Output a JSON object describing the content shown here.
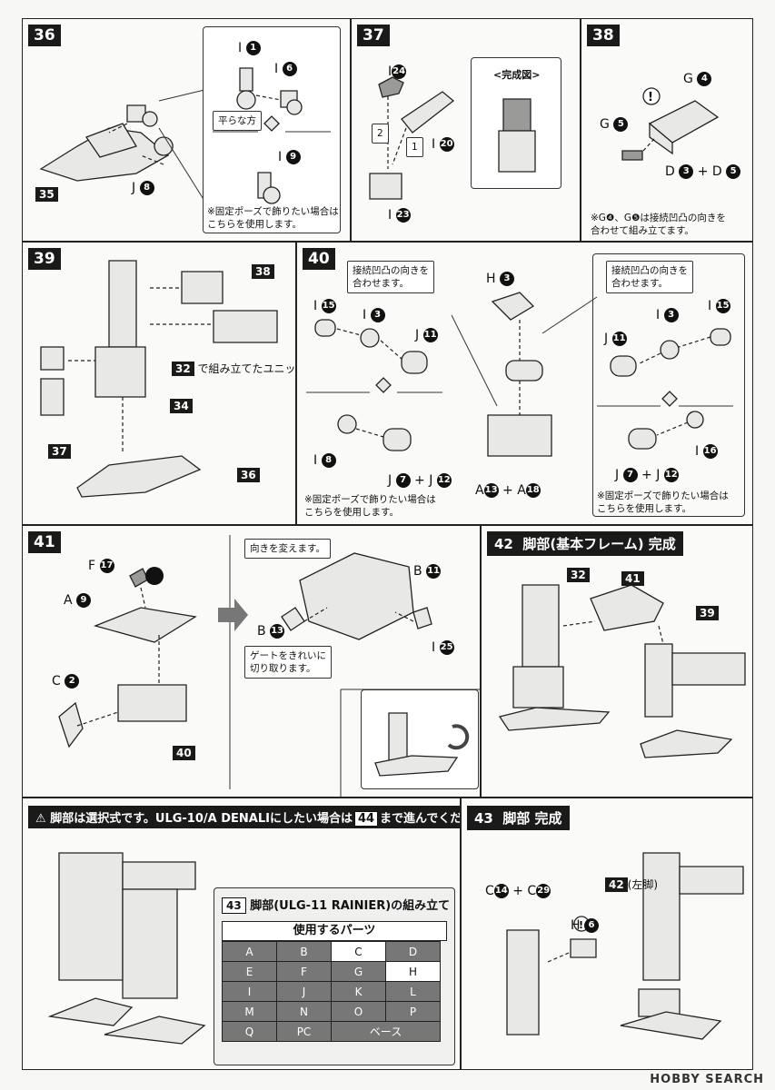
{
  "steps": {
    "s36": {
      "num": "36",
      "ref35": "35",
      "j8": "J",
      "j8n": "8",
      "i1": "I",
      "i1n": "1",
      "i6": "I",
      "i6n": "6",
      "i9": "I",
      "i9n": "9",
      "flat": "平らな方",
      "note": "※固定ポーズで飾りたい場合は\nこちらを使用します。"
    },
    "s37": {
      "num": "37",
      "i24": "I",
      "i24n": "24",
      "i20": "I",
      "i20n": "20",
      "i23": "I",
      "i23n": "23",
      "order1": "1",
      "order2": "2",
      "completed": "<完成図>"
    },
    "s38": {
      "num": "38",
      "g4": "G",
      "g4n": "4",
      "g5": "G",
      "g5n": "5",
      "d3d5": "D",
      "d3n": "3",
      "plus": "+ D",
      "d5n": "5",
      "note": "※G❹、G❺は接続凹凸の向きを\n合わせて組み立てます。"
    },
    "s39": {
      "num": "39",
      "ref38": "38",
      "ref32": "32",
      "unit_text": "で組み立てたユニット",
      "ref34": "34",
      "ref37": "37",
      "ref36": "36"
    },
    "s40": {
      "num": "40",
      "align_text": "接続凹凸の向きを\n合わせます。",
      "i15": "I",
      "i15n": "15",
      "i3": "I",
      "i3n": "3",
      "j11": "J",
      "j11n": "11",
      "i8": "I",
      "i8n": "8",
      "j7j12": "J",
      "j7n": "7",
      "j12plus": "+ J",
      "j12n": "12",
      "h3": "H",
      "h3n": "3",
      "a13": "A",
      "a13n": "13",
      "a18plus": "+ A",
      "a18n": "18",
      "i16": "I",
      "i16n": "16",
      "note": "※固定ポーズで飾りたい場合は\nこちらを使用します。"
    },
    "s41": {
      "num": "41",
      "f17": "F",
      "f17n": "17",
      "a9": "A",
      "a9n": "9",
      "c2": "C",
      "c2n": "2",
      "ref40": "40",
      "turn": "向きを変えます。",
      "b11": "B",
      "b11n": "11",
      "b13": "B",
      "b13n": "13",
      "i25": "I",
      "i25n": "25",
      "gate": "ゲートをきれいに\n切り取ります。"
    },
    "s42": {
      "num": "42",
      "title": "脚部(基本フレーム) 完成",
      "ref32": "32",
      "ref41": "41",
      "ref39": "39"
    },
    "s43": {
      "num": "43",
      "title": "脚部 完成",
      "c14": "C",
      "c14n": "14",
      "c29plus": "+ C",
      "c29n": "29",
      "h6": "H",
      "h6n": "6",
      "ref42": "42",
      "leftleg": "(左脚)"
    }
  },
  "warning": {
    "text_a": "脚部は選択式です。ULG-10/A DENALIにしたい場合は",
    "ref44": "44",
    "text_b": "まで進んでください。"
  },
  "parts_table": {
    "caption_ref": "43",
    "caption": "脚部(ULG-11 RAINIER)の組み立て",
    "header": "使用するパーツ",
    "rows": [
      [
        {
          "t": "A",
          "on": true
        },
        {
          "t": "B",
          "on": true
        },
        {
          "t": "C",
          "on": false
        },
        {
          "t": "D",
          "on": true
        }
      ],
      [
        {
          "t": "E",
          "on": true
        },
        {
          "t": "F",
          "on": true
        },
        {
          "t": "G",
          "on": true
        },
        {
          "t": "H",
          "on": false
        }
      ],
      [
        {
          "t": "I",
          "on": true
        },
        {
          "t": "J",
          "on": true
        },
        {
          "t": "K",
          "on": true
        },
        {
          "t": "L",
          "on": true
        }
      ],
      [
        {
          "t": "M",
          "on": true
        },
        {
          "t": "N",
          "on": true
        },
        {
          "t": "O",
          "on": true
        },
        {
          "t": "P",
          "on": true
        }
      ],
      [
        {
          "t": "Q",
          "on": true
        },
        {
          "t": "PC",
          "on": true
        },
        {
          "t": "ベース",
          "on": true,
          "span": 2
        }
      ]
    ]
  },
  "footer": {
    "logo": "HOBBY SEARCH"
  }
}
